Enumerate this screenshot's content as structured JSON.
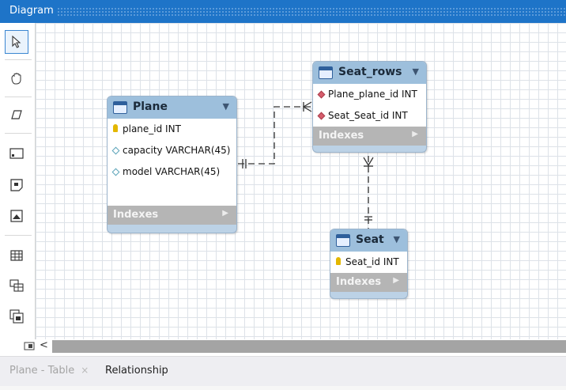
{
  "window": {
    "title": "Diagram"
  },
  "toolbar": {
    "tools": [
      {
        "icon": "pointer-icon"
      },
      {
        "icon": "hand-icon"
      },
      {
        "icon": "eraser-icon"
      },
      {
        "icon": "layer-icon"
      },
      {
        "icon": "note-icon"
      },
      {
        "icon": "image-icon"
      },
      {
        "icon": "new-table-icon"
      },
      {
        "icon": "new-view-icon"
      },
      {
        "icon": "new-routine-group-icon"
      }
    ]
  },
  "tables": {
    "plane": {
      "name": "Plane",
      "columns": [
        {
          "text": "plane_id INT",
          "kind": "primary-key"
        },
        {
          "text": "capacity VARCHAR(45)",
          "kind": "column"
        },
        {
          "text": "model VARCHAR(45)",
          "kind": "column"
        }
      ],
      "indexes_label": "Indexes"
    },
    "seat_rows": {
      "name": "Seat_rows",
      "columns": [
        {
          "text": "Plane_plane_id INT",
          "kind": "foreign-key"
        },
        {
          "text": "Seat_Seat_id INT",
          "kind": "foreign-key"
        }
      ],
      "indexes_label": "Indexes"
    },
    "seat": {
      "name": "Seat",
      "columns": [
        {
          "text": "Seat_id INT",
          "kind": "primary-key"
        }
      ],
      "indexes_label": "Indexes"
    }
  },
  "scrollbar": {
    "left_arrow": "<"
  },
  "tabs": [
    {
      "label": "Plane - Table",
      "close": "×",
      "active": false
    },
    {
      "label": "Relationship",
      "active": true
    }
  ]
}
